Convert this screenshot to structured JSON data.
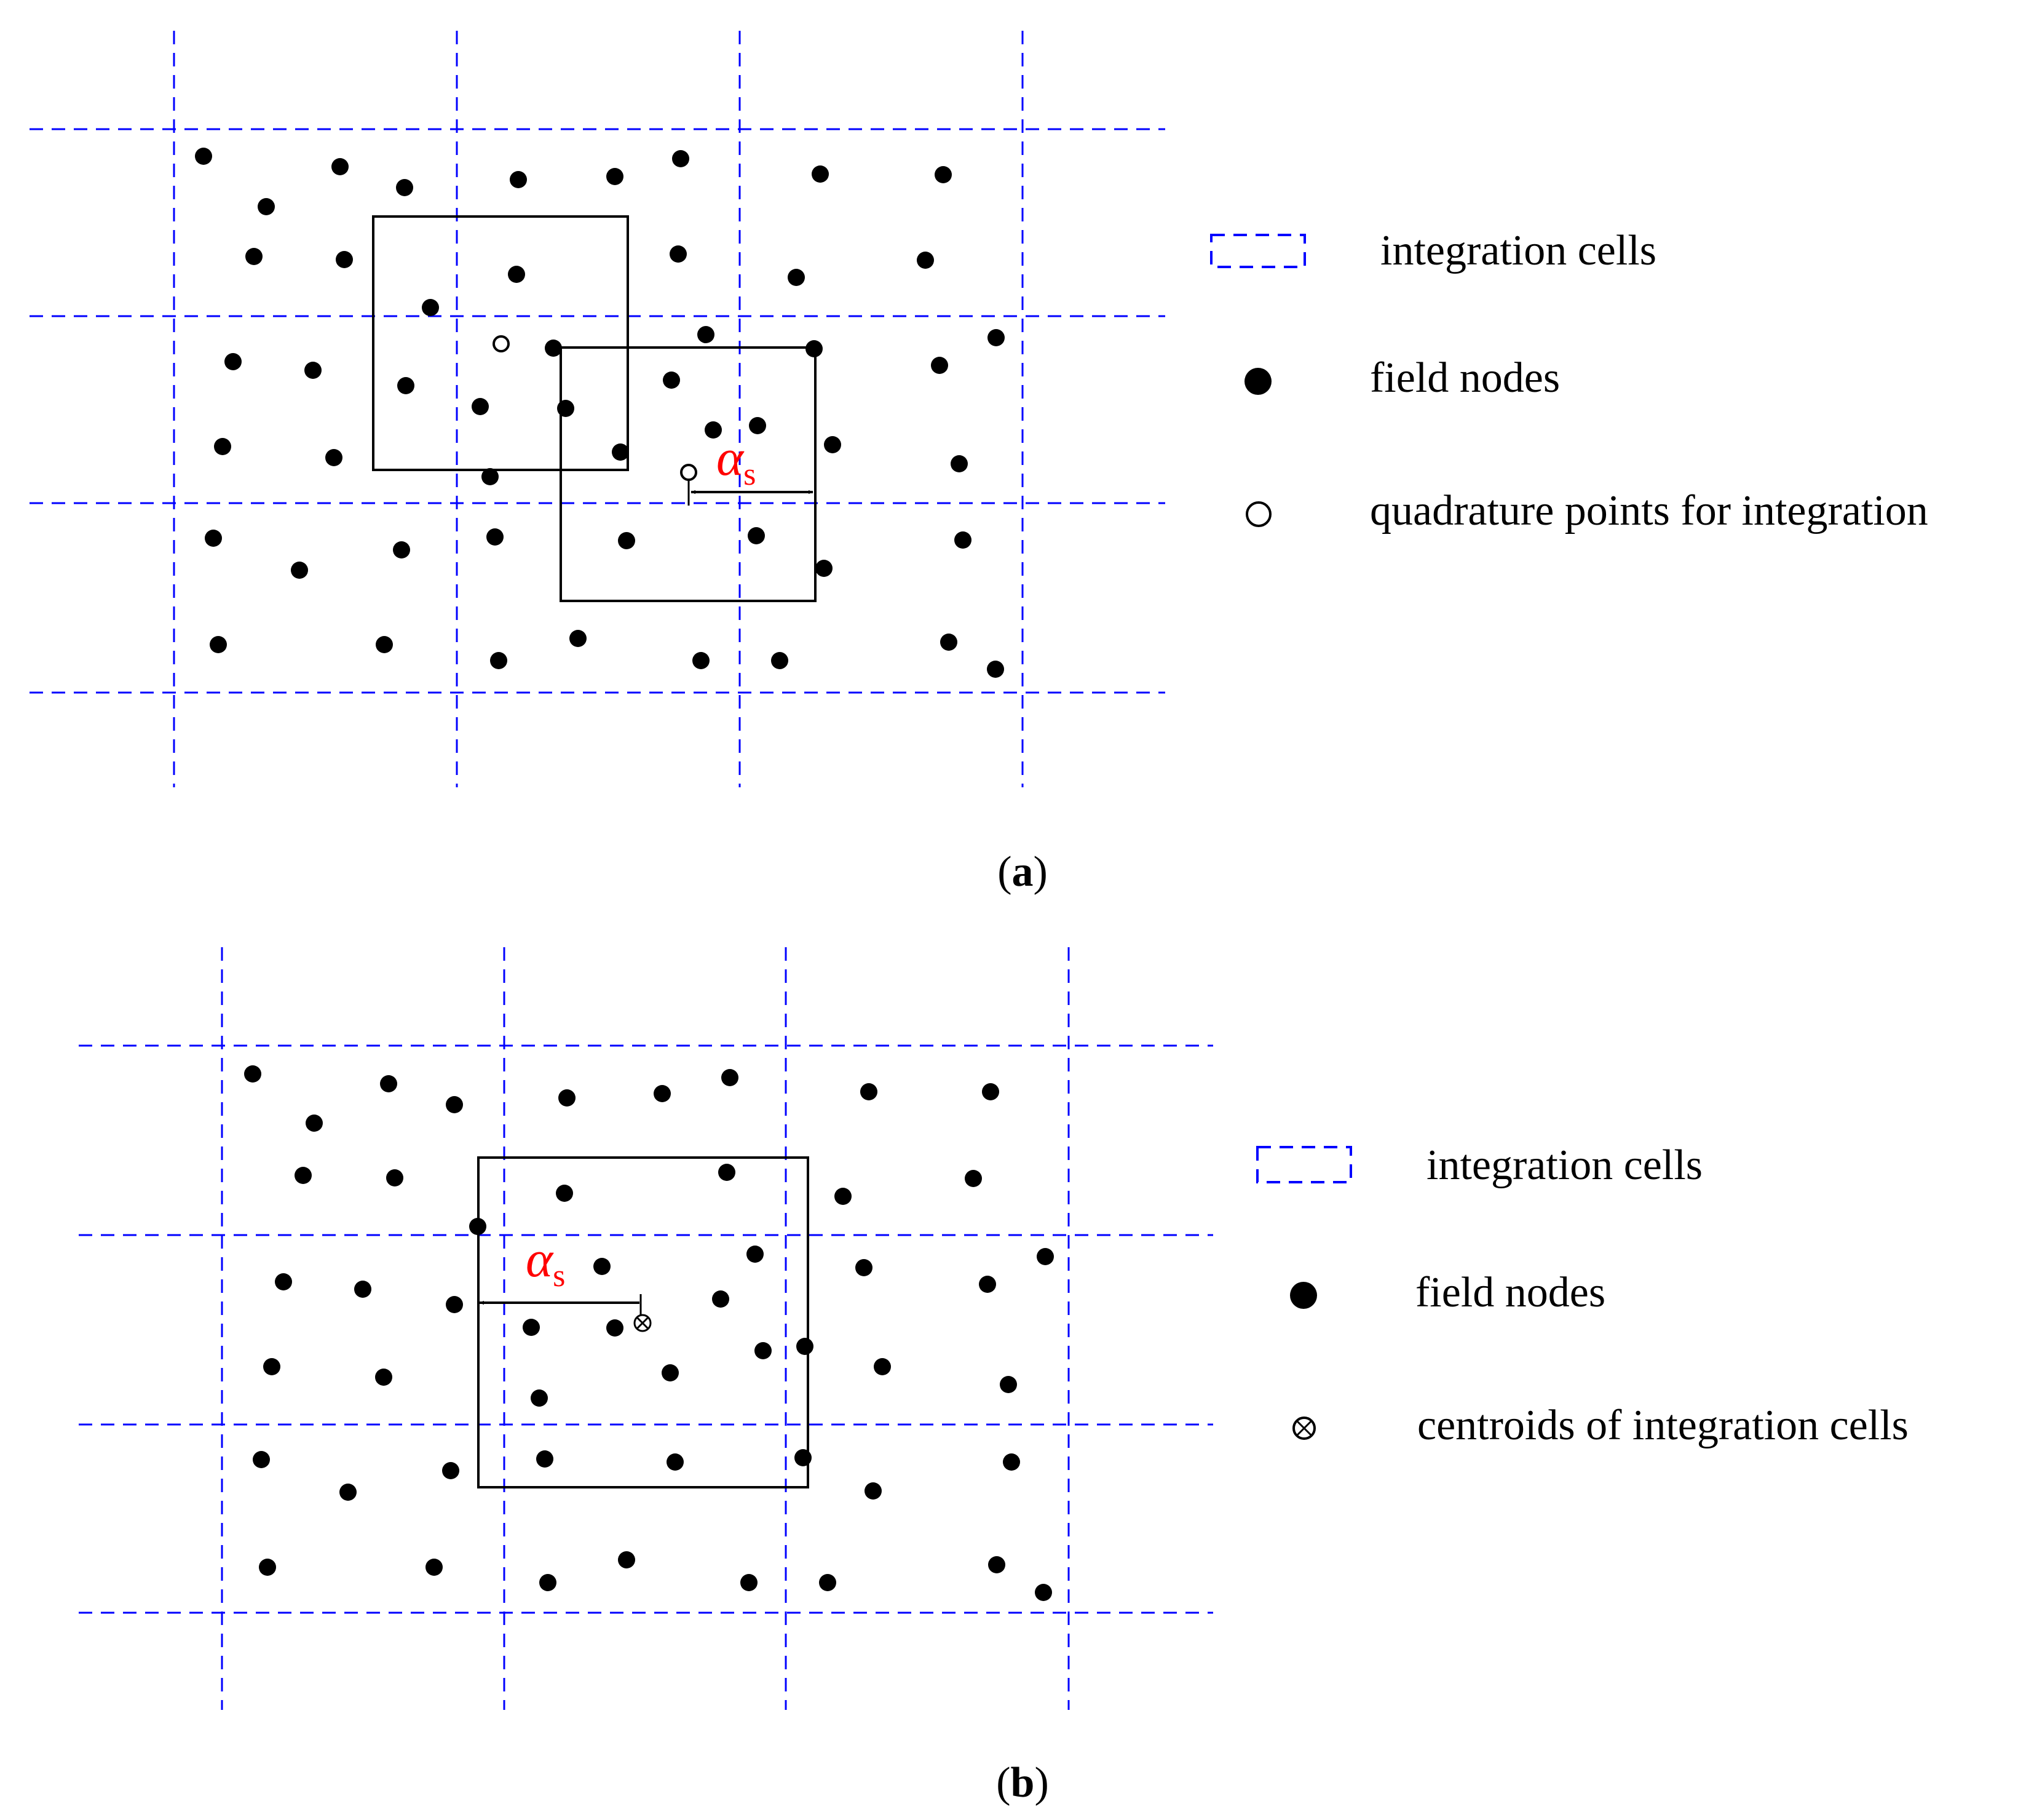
{
  "colors": {
    "grid": "#0000ff",
    "node": "#000000",
    "support": "#000000",
    "alpha": "#ff0000"
  },
  "panels": [
    {
      "id": "a",
      "caption_open": "(",
      "caption_letter": "a",
      "caption_close": ")",
      "support_label_symbol": "α",
      "support_label_sub": "s",
      "legend": [
        {
          "icon": "dashed-rectangle-icon",
          "label": "integration cells"
        },
        {
          "icon": "filled-circle-icon",
          "label": "field nodes"
        },
        {
          "icon": "open-circle-icon",
          "label": "quadrature points for integration"
        }
      ]
    },
    {
      "id": "b",
      "caption_open": "(",
      "caption_letter": "b",
      "caption_close": ")",
      "support_label_symbol": "α",
      "support_label_sub": "s",
      "legend": [
        {
          "icon": "dashed-rectangle-icon",
          "label": "integration cells"
        },
        {
          "icon": "filled-circle-icon",
          "label": "field nodes"
        },
        {
          "icon": "crossed-circle-icon",
          "label": "centroids of integration cells"
        }
      ]
    }
  ]
}
